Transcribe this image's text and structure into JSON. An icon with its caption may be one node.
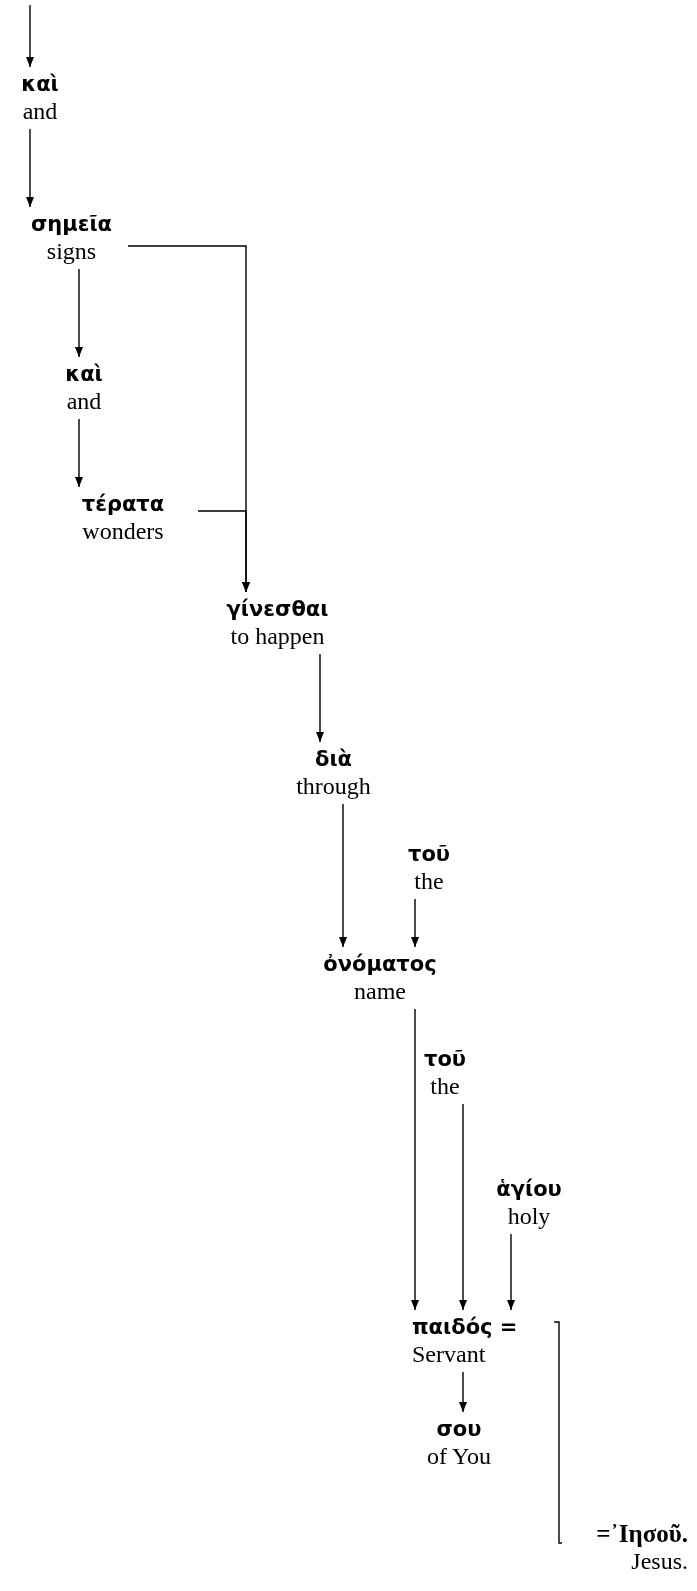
{
  "diagram": {
    "nodes": [
      {
        "text": [
          "καὶ",
          "and"
        ]
      },
      {
        "text": [
          "σημεῖα",
          "signs"
        ]
      },
      {
        "text": [
          "καὶ",
          "and"
        ]
      },
      {
        "text": [
          "τέρατα",
          "wonders"
        ]
      },
      {
        "text": [
          "γίνεσθαι",
          "to happen"
        ]
      },
      {
        "text": [
          "διὰ",
          "through"
        ]
      },
      {
        "text": [
          "τοῦ",
          "the"
        ]
      },
      {
        "text": [
          "ὀνόματος",
          "name"
        ]
      },
      {
        "text": [
          "τοῦ",
          "the"
        ]
      },
      {
        "text": [
          "ἁγίου",
          "holy"
        ]
      },
      {
        "text": [
          "παιδός =",
          "Servant"
        ]
      },
      {
        "text": [
          "σου",
          "of You"
        ]
      },
      {
        "text": [
          "=᾿Ιησοῦ.",
          "Jesus."
        ]
      }
    ],
    "edges": [
      {
        "from": null,
        "to": 0,
        "arrow": "to"
      },
      {
        "from": 0,
        "to": 1,
        "arrow": "to"
      },
      {
        "from": 1,
        "to": 2,
        "arrow": "to"
      },
      {
        "from": 2,
        "to": 3,
        "arrow": "to"
      },
      {
        "from": 1,
        "to": 4,
        "arrow": "to"
      },
      {
        "from": 3,
        "to": 4,
        "arrow": "to"
      },
      {
        "from": 4,
        "to": 5,
        "arrow": "to"
      },
      {
        "from": 5,
        "to": 7,
        "arrow": "to"
      },
      {
        "from": 6,
        "to": 7,
        "arrow": "to"
      },
      {
        "from": 7,
        "to": 10,
        "arrow": "to"
      },
      {
        "from": 8,
        "to": 10,
        "arrow": "to"
      },
      {
        "from": 9,
        "to": 10,
        "arrow": "to"
      },
      {
        "from": 10,
        "to": 11,
        "arrow": "to"
      },
      {
        "from": 10,
        "to": 12,
        "arrow": "none"
      }
    ]
  }
}
